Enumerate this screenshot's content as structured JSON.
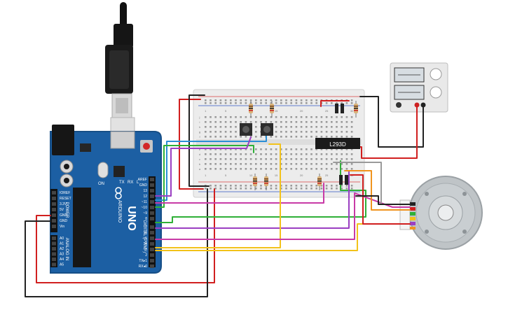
{
  "arduino": {
    "brand": "ARDUINO",
    "model": "UNO",
    "on_label": "ON",
    "tx_label": "TX",
    "rx_label": "RX",
    "l_label": "L",
    "digital_label": "DIGITAL (PWM~)",
    "power_label": "POWER",
    "analog_label": "ANALOG IN",
    "top_pins": [
      "AREF",
      "GND",
      "13",
      "12",
      "~11",
      "~10",
      "~9",
      "8",
      "7",
      "~6",
      "~5",
      "4",
      "~3",
      "2",
      "TX▸1",
      "RX◂0"
    ],
    "power_pins": [
      "IOREF",
      "RESET",
      "3.3V",
      "5V",
      "GND",
      "GND",
      "Vin"
    ],
    "analog_pins": [
      "A0",
      "A1",
      "A2",
      "A3",
      "A4",
      "A5"
    ]
  },
  "ic": {
    "label": "L293D"
  },
  "breadboard": {
    "col_numbers": [
      "1",
      "5",
      "10",
      "15",
      "20",
      "25",
      "30"
    ],
    "row_letters_top": [
      "j",
      "i",
      "h",
      "g",
      "f"
    ],
    "row_letters_bottom": [
      "e",
      "d",
      "c",
      "b",
      "a"
    ]
  },
  "colors": {
    "board": "#1c5fa3",
    "wire_red": "#d11f1f",
    "wire_black": "#222222",
    "wire_green": "#2fb037",
    "wire_blue": "#2a8fd6",
    "wire_purple": "#9b3fc2",
    "wire_magenta": "#c83aa6",
    "wire_yellow": "#f2c21a",
    "wire_orange": "#f0941f",
    "wire_gray": "#9a9a9a"
  },
  "icons": {
    "usb": "usb-cable-icon",
    "power_supply": "power-supply-icon",
    "motor": "dc-motor-icon",
    "button": "pushbutton-icon",
    "resistor": "resistor-icon",
    "capacitor": "capacitor-icon"
  }
}
